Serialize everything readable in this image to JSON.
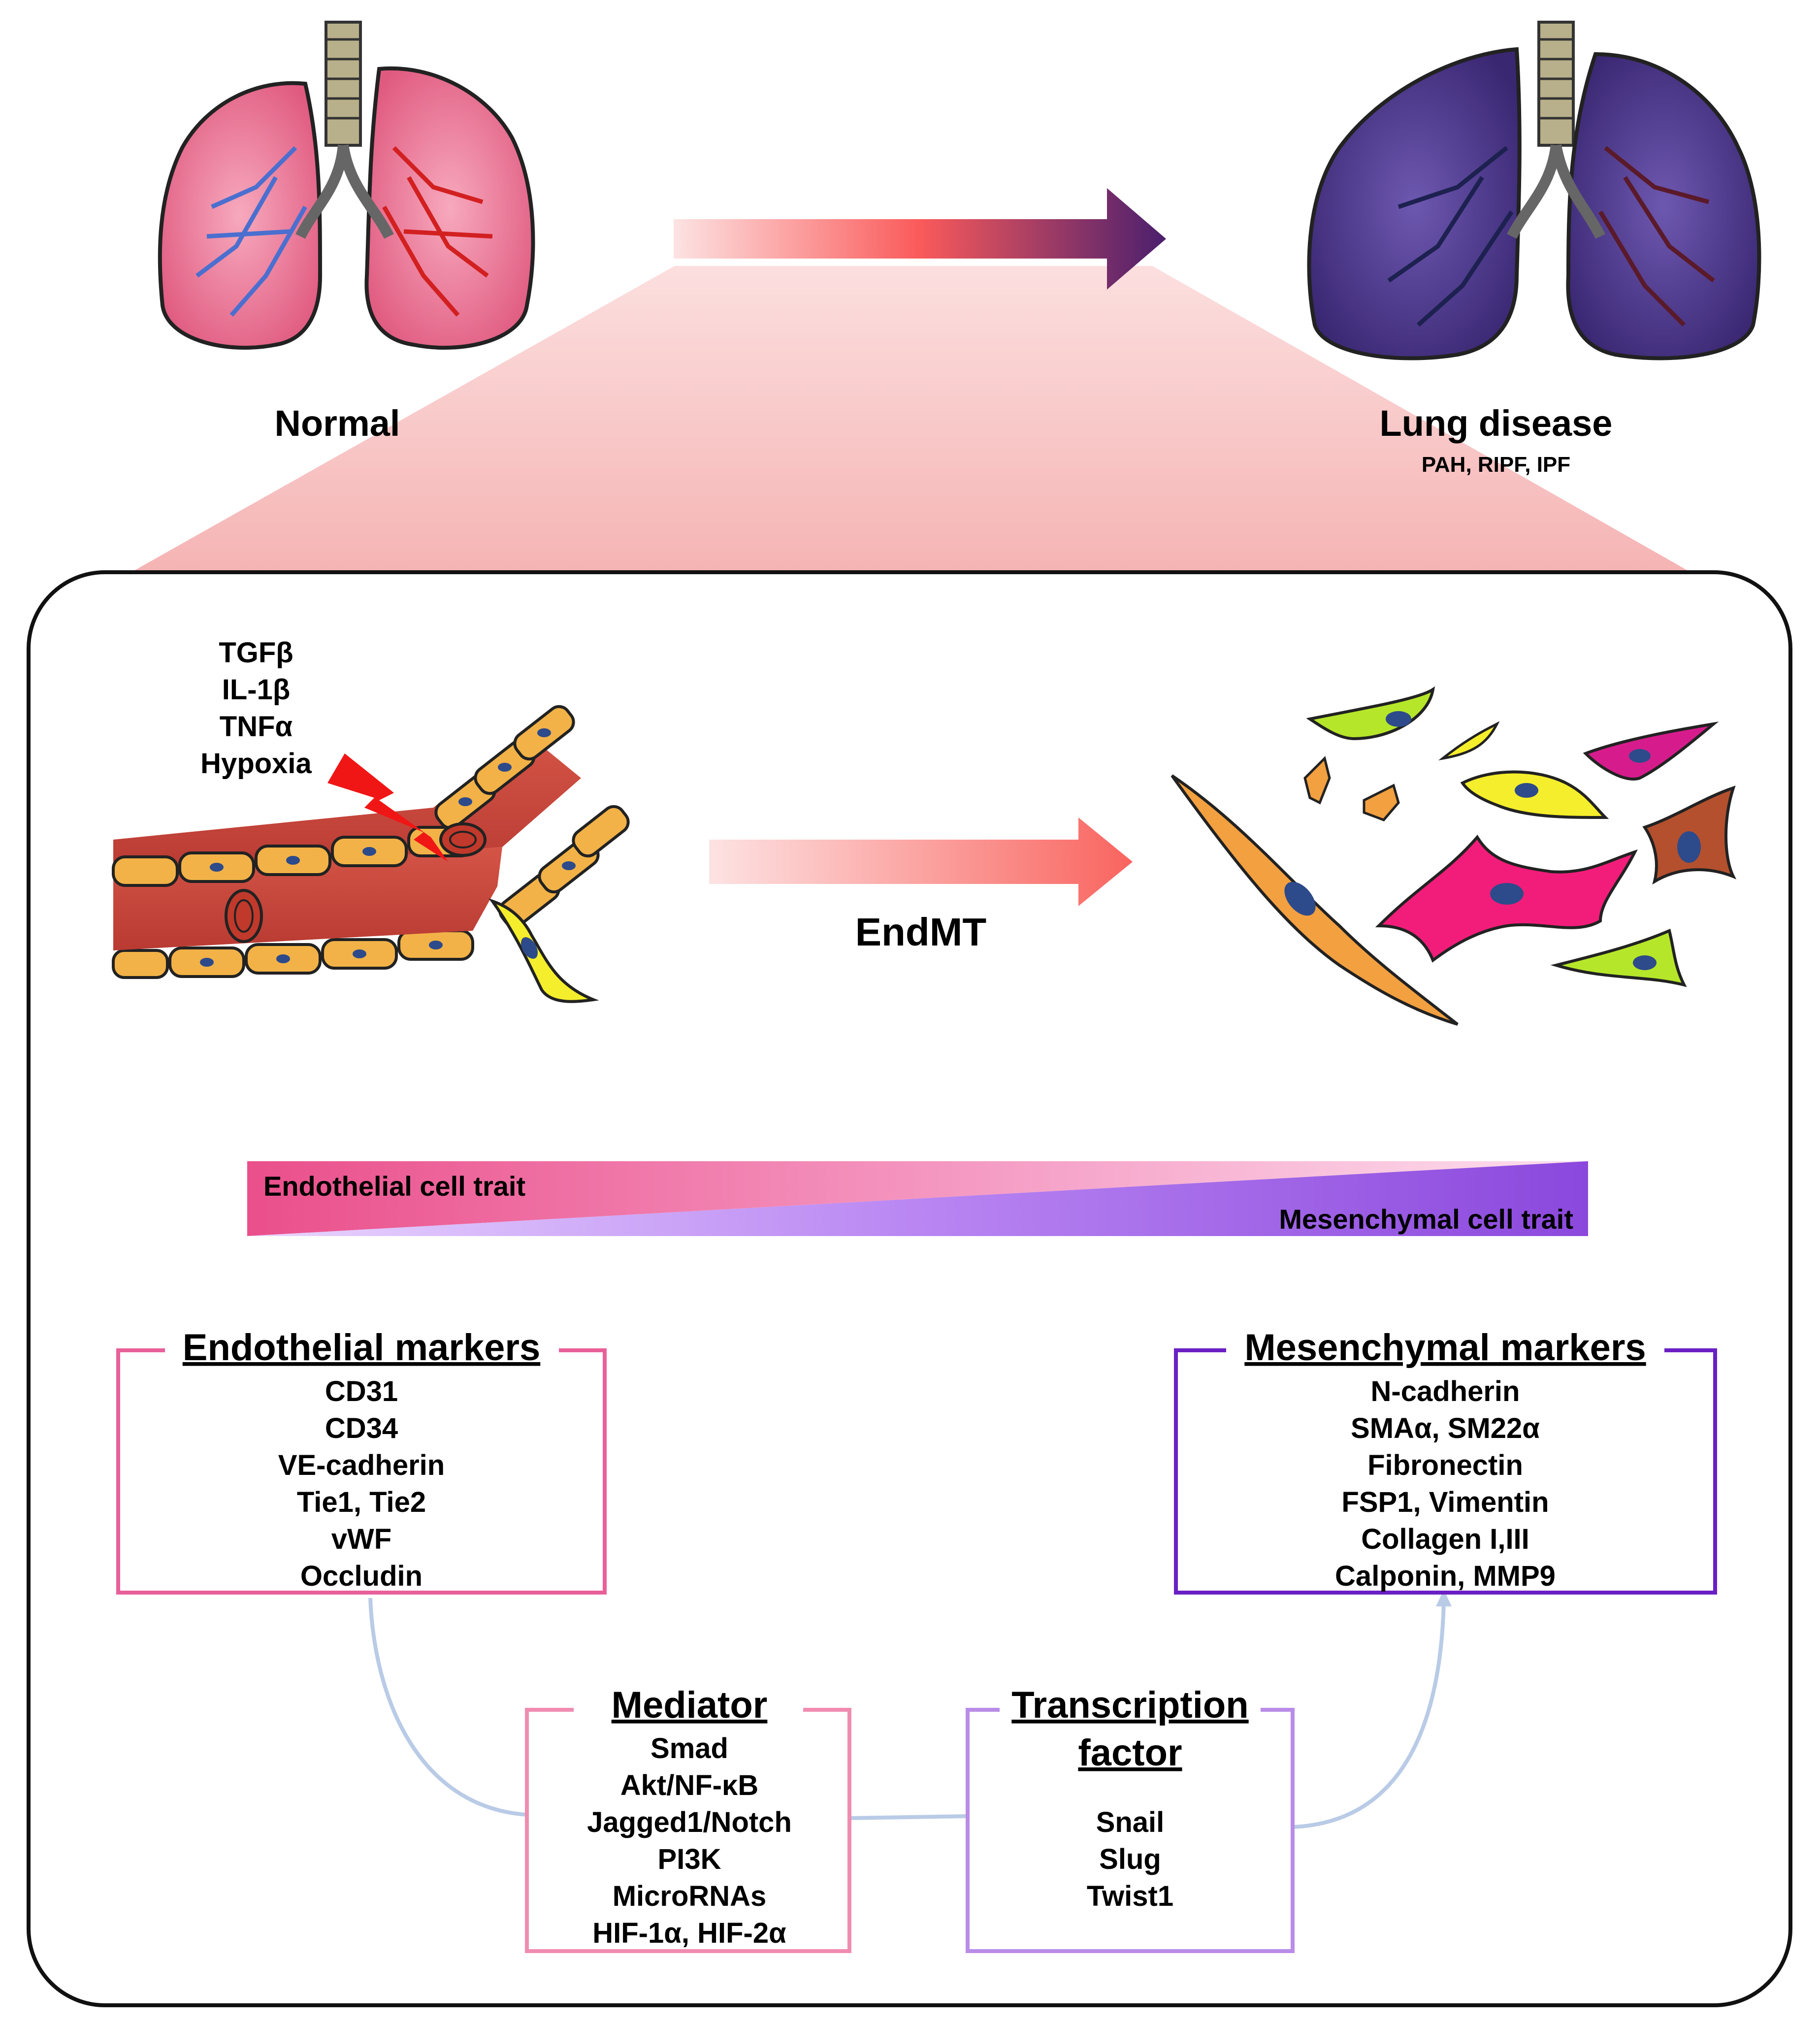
{
  "lungs": {
    "normal_label": "Normal",
    "disease_label": "Lung disease",
    "disease_sublabel": "PAH, RIPF, IPF"
  },
  "stimuli": [
    "TGFβ",
    "IL-1β",
    "TNFα",
    "Hypoxia"
  ],
  "process_label": "EndMT",
  "trait_gradient": {
    "endothelial": "Endothelial cell trait",
    "mesenchymal": "Mesenchymal cell trait"
  },
  "endothelial_markers": {
    "title": "Endothelial markers",
    "items": [
      "CD31",
      "CD34",
      "VE-cadherin",
      "Tie1, Tie2",
      "vWF",
      "Occludin"
    ]
  },
  "mesenchymal_markers": {
    "title": "Mesenchymal markers",
    "items": [
      "N-cadherin",
      "SMAα, SM22α",
      "Fibronectin",
      "FSP1, Vimentin",
      "Collagen I,III",
      "Calponin, MMP9"
    ]
  },
  "mediator": {
    "title": "Mediator",
    "items": [
      "Smad",
      "Akt/NF-κB",
      "Jagged1/Notch",
      "PI3K",
      "MicroRNAs",
      "HIF-1α, HIF-2α"
    ]
  },
  "transcription_factor": {
    "title_line1": "Transcription",
    "title_line2": "factor",
    "items": [
      "Snail",
      "Slug",
      "Twist1"
    ]
  },
  "colors": {
    "normal_lung": "#e9678a",
    "disease_lung": "#4a3480",
    "endothelial_box": "#e8609a",
    "mesenchymal_box": "#6a1fc4",
    "mediator_box": "#f08cb0",
    "transcription_box": "#b98ce8",
    "connector": "#b9cbe6",
    "vessel": "#c9433c",
    "cell_border": "#e6a035"
  }
}
